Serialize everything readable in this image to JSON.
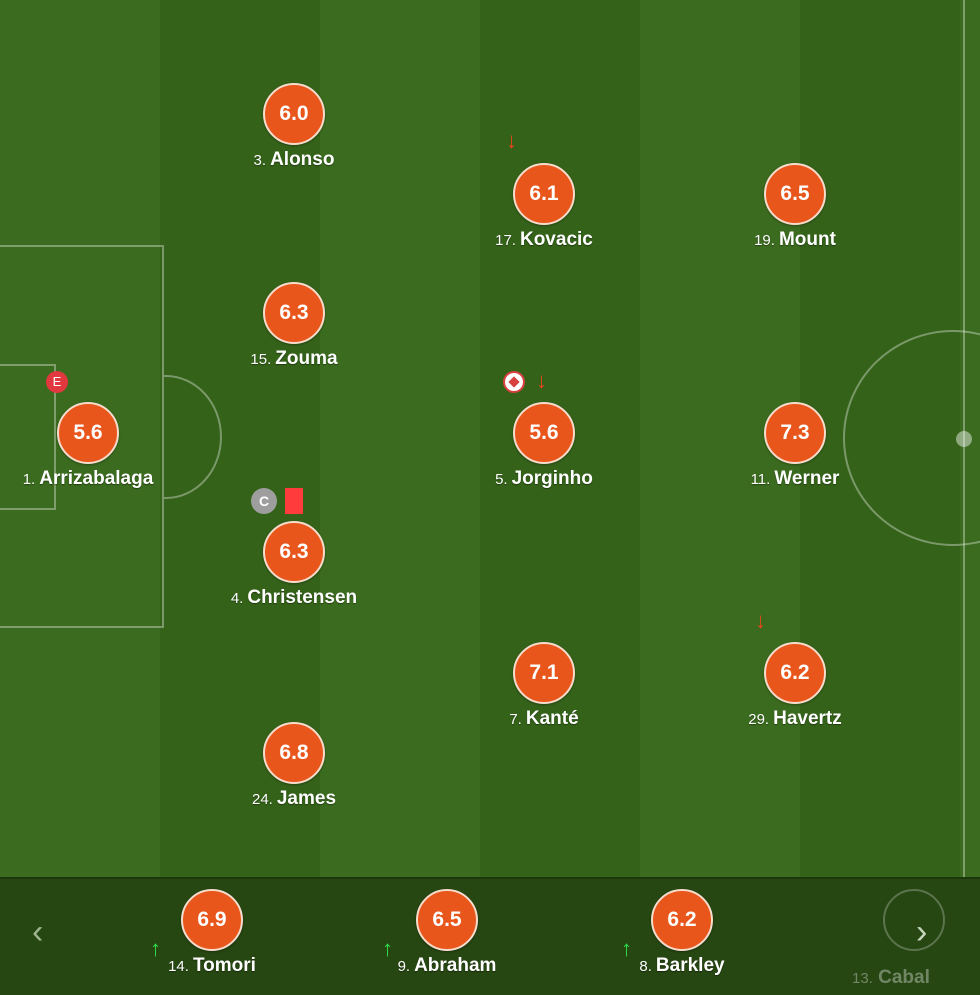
{
  "players": [
    {
      "id": "arrizabalaga",
      "number": "1.",
      "name": "Arrizabalaga",
      "rating": "5.6"
    },
    {
      "id": "alonso",
      "number": "3.",
      "name": "Alonso",
      "rating": "6.0"
    },
    {
      "id": "zouma",
      "number": "15.",
      "name": "Zouma",
      "rating": "6.3"
    },
    {
      "id": "christensen",
      "number": "4.",
      "name": "Christensen",
      "rating": "6.3"
    },
    {
      "id": "james",
      "number": "24.",
      "name": "James",
      "rating": "6.8"
    },
    {
      "id": "kovacic",
      "number": "17.",
      "name": "Kovacic",
      "rating": "6.1"
    },
    {
      "id": "jorginho",
      "number": "5.",
      "name": "Jorginho",
      "rating": "5.6"
    },
    {
      "id": "kante",
      "number": "7.",
      "name": "Kanté",
      "rating": "7.1"
    },
    {
      "id": "mount",
      "number": "19.",
      "name": "Mount",
      "rating": "6.5"
    },
    {
      "id": "werner",
      "number": "11.",
      "name": "Werner",
      "rating": "7.3"
    },
    {
      "id": "havertz",
      "number": "29.",
      "name": "Havertz",
      "rating": "6.2"
    }
  ],
  "badges": {
    "error": "E",
    "captain": "C",
    "sub_off_icon": "arrow-down-icon",
    "sub_on_icon": "arrow-up-icon",
    "goal_icon": "ball-icon",
    "red_card_color": "#ff3b3b"
  },
  "substitutes": [
    {
      "id": "tomori",
      "number": "14.",
      "name": "Tomori",
      "rating": "6.9"
    },
    {
      "id": "abraham",
      "number": "9.",
      "name": "Abraham",
      "rating": "6.5"
    },
    {
      "id": "barkley",
      "number": "8.",
      "name": "Barkley",
      "rating": "6.2"
    }
  ],
  "partial_sub": {
    "number": "13.",
    "name": "Cabal"
  },
  "nav": {
    "prev": "‹",
    "next": "›"
  },
  "colors": {
    "rating_bg": "#e8561c",
    "pitch": "#3a6b1e",
    "sub_in": "#2ee04a",
    "sub_out": "#e8451c"
  }
}
